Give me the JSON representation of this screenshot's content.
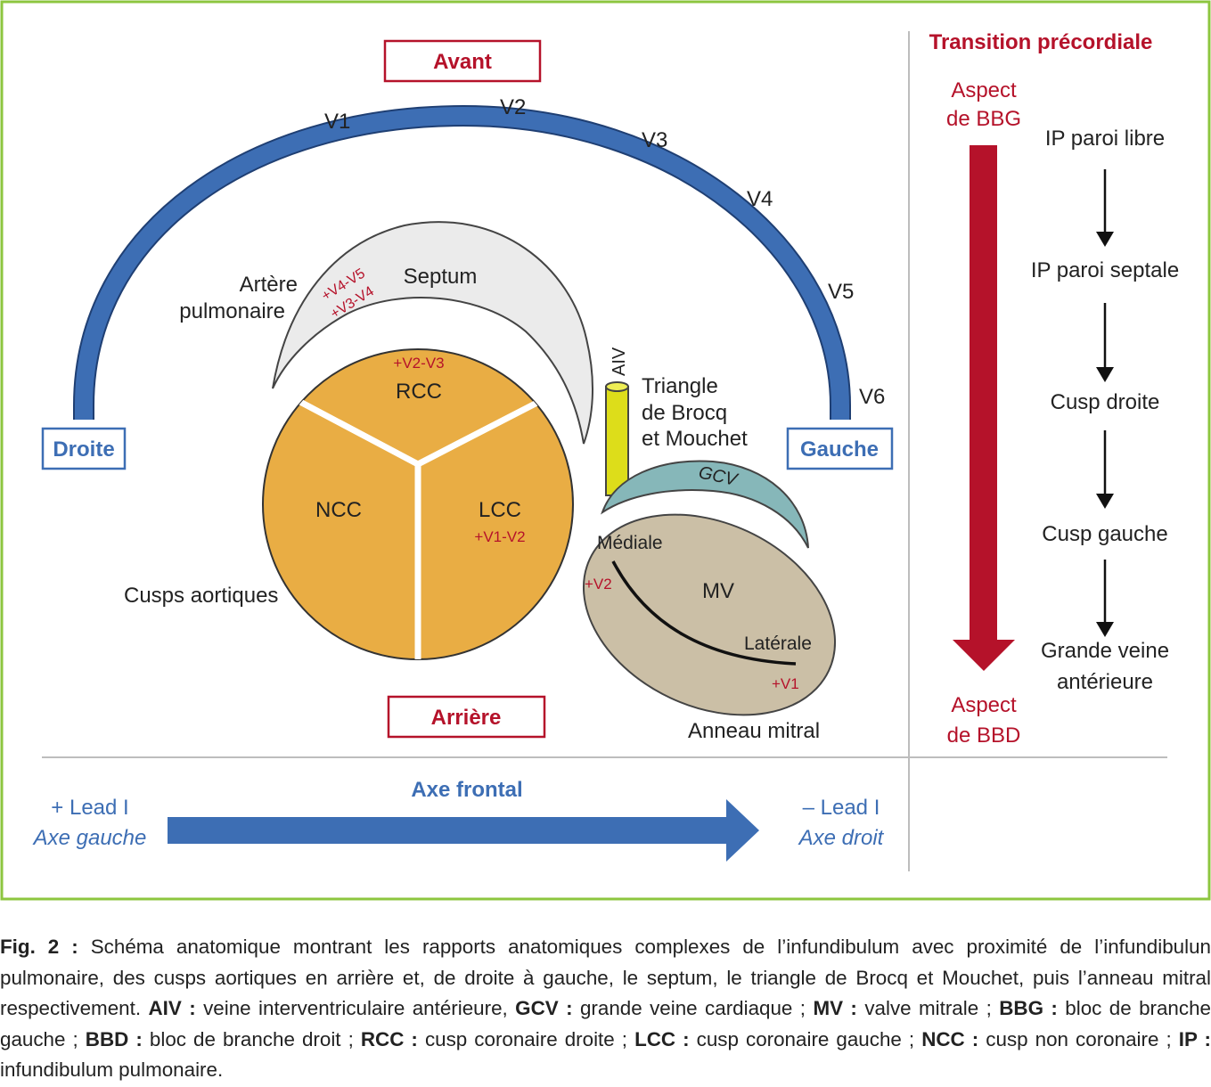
{
  "colors": {
    "frame": "#8dc63f",
    "blue": "#3d6eb4",
    "red": "#b5122a",
    "aortic_gold": "#e9ad44",
    "septum_gray": "#ebebeb",
    "mitral_tan": "#cbbfa6",
    "gcv_teal": "#86b7b9",
    "aiv_yellow": "#dddd1a"
  },
  "labels": {
    "avant": "Avant",
    "arriere": "Arrière",
    "droite": "Droite",
    "gauche": "Gauche",
    "leads": [
      "V1",
      "V2",
      "V3",
      "V4",
      "V5",
      "V6"
    ],
    "artere_line1": "Artère",
    "artere_line2": "pulmonaire",
    "septum": "Septum",
    "septum_mark1": "+V4-V5",
    "septum_mark2": "+V3-V4",
    "rcc": "RCC",
    "rcc_mark": "+V2-V3",
    "ncc": "NCC",
    "lcc": "LCC",
    "lcc_mark": "+V1-V2",
    "cusps_aortiques": "Cusps aortiques",
    "aiv": "AIV",
    "triangle_line1": "Triangle",
    "triangle_line2": "de Brocq",
    "triangle_line3": "et Mouchet",
    "gcv": "GCV",
    "mediale": "Médiale",
    "mv": "MV",
    "laterale": "Latérale",
    "mv_mark_v2": "+V2",
    "mv_mark_v1": "+V1",
    "anneau_mitral": "Anneau mitral"
  },
  "sidebar": {
    "title": "Transition précordiale",
    "top_line1": "Aspect",
    "top_line2": "de BBG",
    "bottom_line1": "Aspect",
    "bottom_line2": "de BBD",
    "steps": [
      "IP paroi libre",
      "IP paroi septale",
      "Cusp droite",
      "Cusp gauche",
      "Grande veine",
      "antérieure"
    ]
  },
  "axis": {
    "title": "Axe frontal",
    "left_line1": "+ Lead I",
    "left_line2": "Axe gauche",
    "right_line1": "– Lead I",
    "right_line2": "Axe droit"
  },
  "caption": {
    "fig": "Fig. 2 :",
    "intro": " Schéma anatomique montrant les rapports anatomiques complexes de l’infundibulum avec proximité de l’infundibulun pulmonaire, des cusps aortiques en arrière et, de droite à gauche, le septum, le triangle de Brocq et Mouchet, puis l’anneau mitral respectivement. ",
    "aiv_abbr": "AIV :",
    "aiv_def": " veine interventriculaire antérieure, ",
    "gcv_abbr": "GCV :",
    "gcv_def": " grande veine cardiaque ; ",
    "mv_abbr": "MV :",
    "mv_def": " valve mitrale ; ",
    "bbg_abbr": "BBG :",
    "bbg_def": " bloc de branche gauche ; ",
    "bbd_abbr": "BBD :",
    "bbd_def": " bloc de branche droit ; ",
    "rcc_abbr": "RCC :",
    "rcc_def": " cusp coronaire droite ; ",
    "lcc_abbr": "LCC :",
    "lcc_def": " cusp coronaire gauche ; ",
    "ncc_abbr": "NCC :",
    "ncc_def": " cusp non coronaire ; ",
    "ip_abbr": "IP :",
    "ip_def": " infundibulum pulmonaire."
  }
}
